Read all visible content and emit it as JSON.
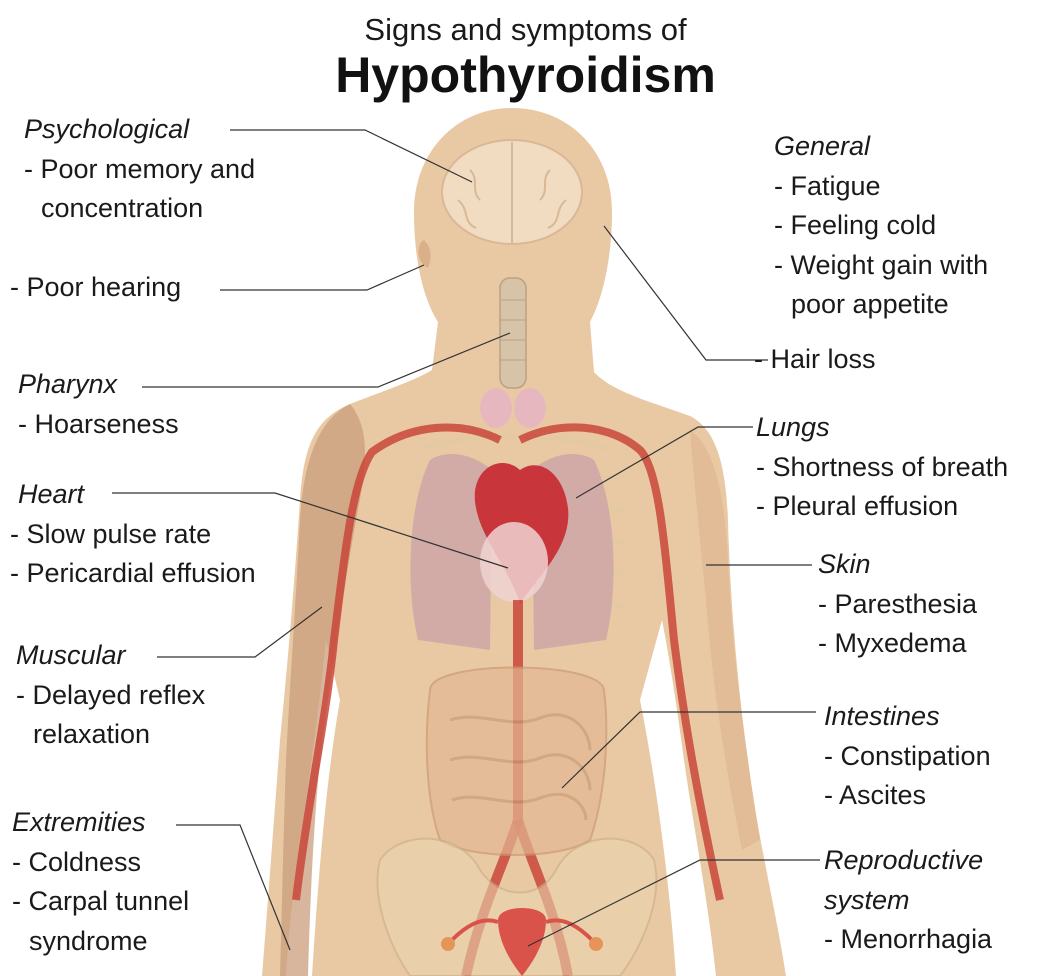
{
  "title": {
    "subtitle": "Signs and symptoms of",
    "main": "Hypothyroidism"
  },
  "colors": {
    "skin": "#e9c9a3",
    "skin_shadow": "#d9b08a",
    "artery": "#c9463a",
    "vein": "#d67a66",
    "heart": "#c8353a",
    "lung": "#c9a0a8",
    "brain": "#f1dcc2",
    "text": "#1a1a1a",
    "leader": "#333333"
  },
  "labels": {
    "psychological": {
      "header": "Psychological",
      "items": [
        "- Poor memory and",
        "  concentration"
      ]
    },
    "hearing": {
      "header": "",
      "items": [
        "- Poor hearing"
      ]
    },
    "pharynx": {
      "header": "Pharynx",
      "items": [
        "- Hoarseness"
      ]
    },
    "heart": {
      "header": "Heart",
      "items": [
        "- Slow pulse rate",
        "- Pericardial effusion"
      ]
    },
    "muscular": {
      "header": "Muscular",
      "items": [
        "- Delayed reflex",
        "  relaxation"
      ]
    },
    "extremities": {
      "header": "Extremities",
      "items": [
        "- Coldness",
        "- Carpal tunnel",
        "  syndrome"
      ]
    },
    "general": {
      "header": "General",
      "items": [
        "- Fatigue",
        "- Feeling cold",
        "- Weight gain with",
        "  poor appetite"
      ]
    },
    "hairloss": {
      "header": "",
      "items": [
        "- Hair loss"
      ]
    },
    "lungs": {
      "header": "Lungs",
      "items": [
        "- Shortness of breath",
        "- Pleural effusion"
      ]
    },
    "skin": {
      "header": "Skin",
      "items": [
        "- Paresthesia",
        "- Myxedema"
      ]
    },
    "intestines": {
      "header": "Intestines",
      "items": [
        "- Constipation",
        "- Ascites"
      ]
    },
    "reproductive": {
      "header": "Reproductive",
      "header2": "system",
      "items": [
        "- Menorrhagia"
      ]
    }
  },
  "icons": {
    "brain": "brain-icon",
    "thyroid": "thyroid-icon",
    "heart": "heart-icon",
    "lungs": "lungs-icon",
    "intestines": "intestines-icon",
    "uterus": "uterus-icon"
  }
}
